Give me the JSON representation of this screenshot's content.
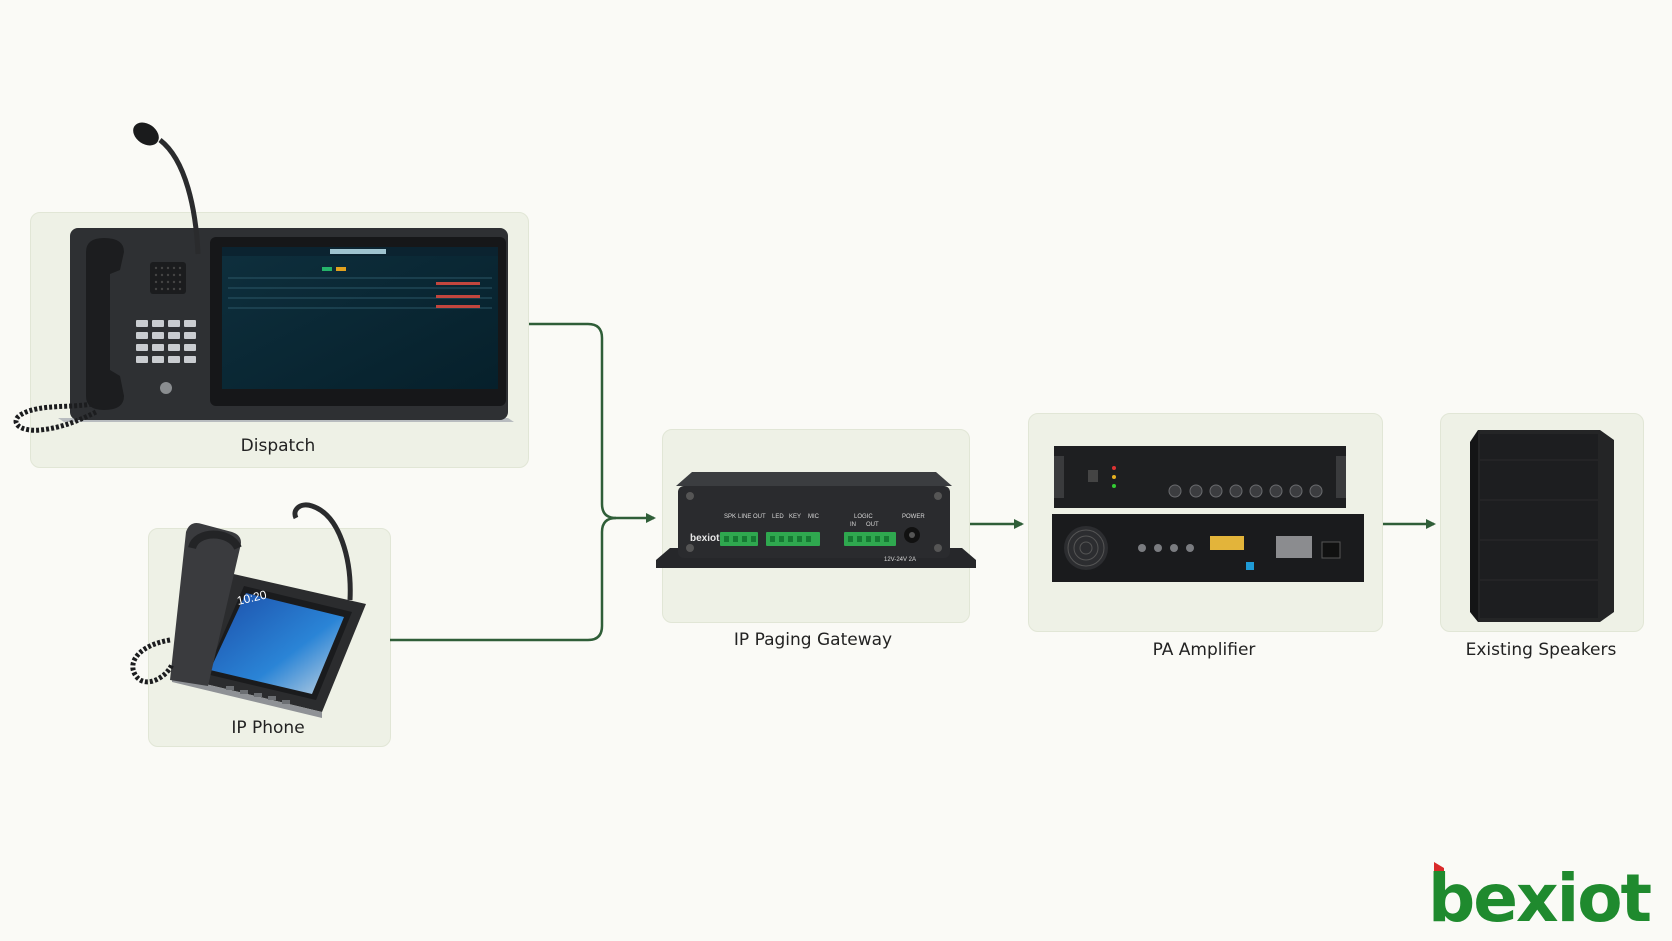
{
  "nodes": {
    "dispatch": {
      "label": "Dispatch"
    },
    "ip_phone": {
      "label": "IP Phone",
      "screen_time": "10:20"
    },
    "gateway": {
      "label": "IP Paging Gateway",
      "brand": "bexiot",
      "ports": [
        "SPK",
        "LINE OUT",
        "LED",
        "KEY",
        "MIC",
        "LOGIC",
        "IN",
        "OUT",
        "POWER"
      ],
      "power_rating": "12V-24V 2A"
    },
    "amplifier": {
      "label": "PA Amplifier"
    },
    "speakers": {
      "label": "Existing Speakers"
    }
  },
  "logo": {
    "text": "bexiot"
  },
  "colors": {
    "background": "#fafaf6",
    "card": "#eef1e6",
    "connector": "#2f5e38",
    "logo_green": "#1f8a2e",
    "logo_red": "#d92a2a"
  }
}
